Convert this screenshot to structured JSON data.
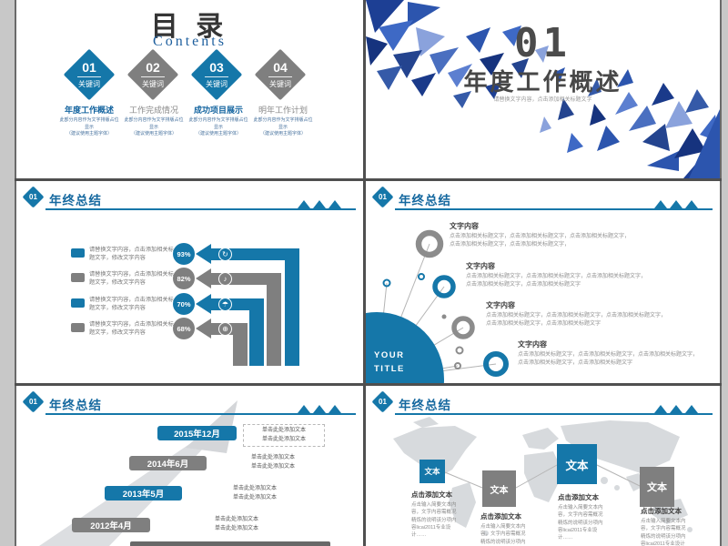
{
  "colors": {
    "blue": "#1577a9",
    "gray": "#7f7f7f",
    "dark_text": "#474747",
    "navy_polygon": "#24448f",
    "map_gray": "#d7dadd",
    "page_background": "#c8c8c8"
  },
  "toc": {
    "title": "目 录",
    "subtitle": "Contents",
    "items": [
      {
        "num": "01",
        "keyword": "关键词",
        "heading": "年度工作概述",
        "desc1": "此部分内容作为文字排版占位",
        "desc2": "显示",
        "desc3": "（建议使用主题字体）"
      },
      {
        "num": "02",
        "keyword": "关键词",
        "heading": "工作完成情况",
        "desc1": "此部分内容作为文字排版占位",
        "desc2": "显示",
        "desc3": "（建议使用主题字体）"
      },
      {
        "num": "03",
        "keyword": "关键词",
        "heading": "成功项目展示",
        "desc1": "此部分内容作为文字排版占位",
        "desc2": "显示",
        "desc3": "（建议使用主题字体）"
      },
      {
        "num": "04",
        "keyword": "关键词",
        "heading": "明年工作计划",
        "desc1": "此部分内容作为文字排版占位",
        "desc2": "显示",
        "desc3": "（建议使用主题字体）"
      }
    ]
  },
  "cover": {
    "number": "01",
    "title": "年度工作概述",
    "subtitle": "请替换文字内容，点击添加相关标题文字"
  },
  "section_header": {
    "badge": "01",
    "title": "年终总结"
  },
  "arrows_slide": {
    "rows": [
      {
        "percent": "93%",
        "icon_glyph": "↻",
        "line1": "请替换文字内容，点击添加相关标",
        "line2": "题文字，修改文字内容"
      },
      {
        "percent": "82%",
        "icon_glyph": "♪",
        "line1": "请替换文字内容，点击添加相关标",
        "line2": "题文字，修改文字内容"
      },
      {
        "percent": "70%",
        "icon_glyph": "☂",
        "line1": "请替换文字内容，点击添加相关标",
        "line2": "题文字，修改文字内容"
      },
      {
        "percent": "68%",
        "icon_glyph": "⊕",
        "line1": "请替换文字内容，点击添加相关标",
        "line2": "题文字，修改文字内容"
      }
    ]
  },
  "radial_slide": {
    "circle_line1": "YOUR",
    "circle_line2": "TITLE",
    "blocks": [
      {
        "title": "文字内容",
        "line1": "点击添加相关标题文字，点击添加相关标题文字，点击添加相关标题文字，",
        "line2": "点击添加相关标题文字，点击添加相关标题文字，"
      },
      {
        "title": "文字内容",
        "line1": "点击添加相关标题文字，点击添加相关标题文字，点击添加相关标题文字，",
        "line2": "点击添加相关标题文字，点击添加相关标题文字"
      },
      {
        "title": "文字内容",
        "line1": "点击添加相关标题文字，点击添加相关标题文字，点击添加相关标题文字，",
        "line2": "点击添加相关标题文字，点击添加相关标题文字"
      },
      {
        "title": "文字内容",
        "line1": "点击添加相关标题文字，点击添加相关标题文字，点击添加相关标题文字，",
        "line2": "点击添加相关标题文字，点击添加相关标题文字"
      }
    ]
  },
  "timeline_slide": {
    "items": [
      {
        "date": "2015年12月",
        "note1": "单击此处添加文本",
        "note2": "单击此处添加文本"
      },
      {
        "date": "2014年6月",
        "note1": "单击此处添加文本",
        "note2": "单击此处添加文本"
      },
      {
        "date": "2013年5月",
        "note1": "单击此处添加文本",
        "note2": "单击此处添加文本"
      },
      {
        "date": "2012年4月",
        "note1": "单击此处添加文本",
        "note2": "单击此处添加文本"
      }
    ]
  },
  "map_slide": {
    "markers": [
      {
        "label": "文本",
        "title": "点击添加文本",
        "body": "点击输入简要文本内容，文字内容需概况精炼的说明该分项内容licai2011专业设计……"
      },
      {
        "label": "文本",
        "title": "点击添加文本",
        "body": "点击输入简要文本内容，文字内容需概况精炼的说明该分项内容"
      },
      {
        "label": "文本",
        "title": "点击添加文本",
        "body": "点击输入简要文本内容，文字内容需概况精炼的说明该分项内容licai2011专业设计……"
      },
      {
        "label": "文本",
        "title": "点击添加文本",
        "body": "点击输入简要文本内容，文字内容需概况精炼的说明该分项内容licai2011专业设计"
      }
    ]
  }
}
